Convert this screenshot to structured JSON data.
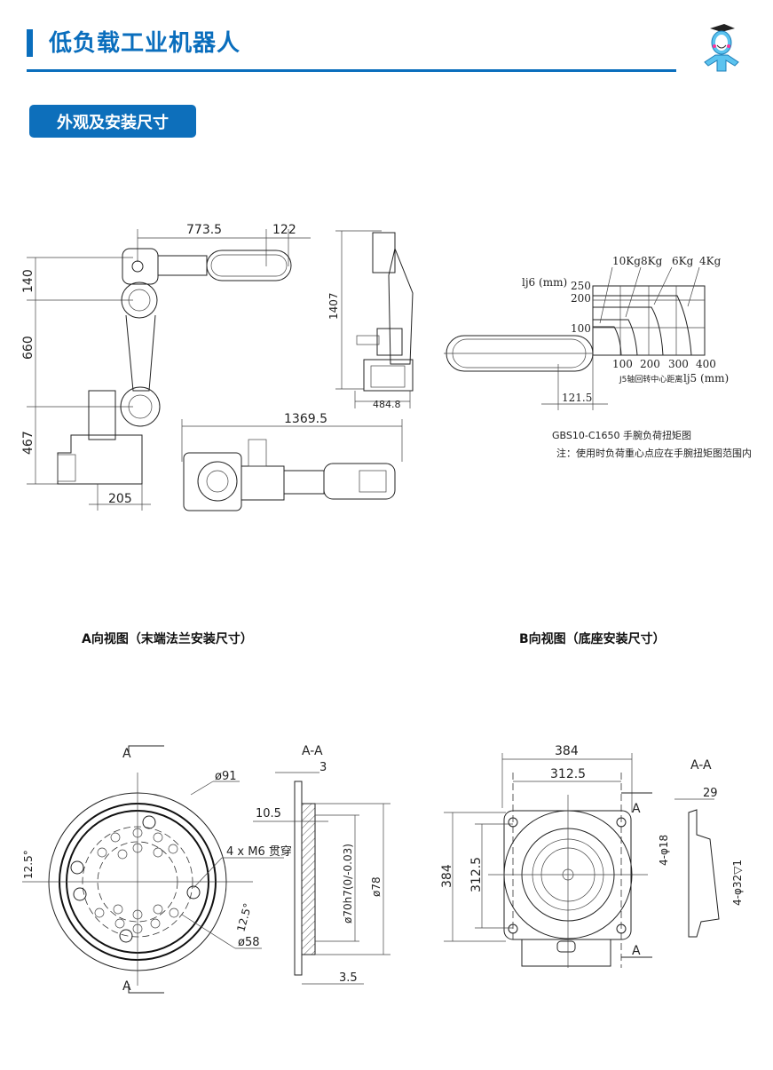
{
  "header": {
    "title": "低负载工业机器人"
  },
  "section": {
    "label": "外观及安装尺寸"
  },
  "overview": {
    "dims": {
      "reach_top": "773.5",
      "wrist": "122",
      "h140": "140",
      "h660": "660",
      "h467": "467",
      "base205": "205",
      "height1407": "1407",
      "depth484": "484.8",
      "length1369": "1369.5"
    }
  },
  "torque_chart": {
    "ylabel": "lj6 (mm)",
    "xlabel": "lj5 (mm)",
    "xsub": "J5轴回转中心距离",
    "yticks": [
      "250",
      "200",
      "100"
    ],
    "xticks": [
      "100",
      "200",
      "300",
      "400"
    ],
    "loads": [
      "10Kg",
      "8Kg",
      "6Kg",
      "4Kg"
    ],
    "offset": "121.5",
    "caption": "GBS10-C1650 手腕负荷扭矩图",
    "note": "注：使用时负荷重心点应在手腕扭矩图范围内"
  },
  "view_a": {
    "caption": "A向视图（末端法兰安装尺寸）",
    "section_mark": "A",
    "section_title": "A-A",
    "d91": "ø91",
    "d58": "ø58",
    "holes": "4 x M6 贯穿",
    "angle1": "12.5°",
    "angle2": "12.5°",
    "t3": "3",
    "t105": "10.5",
    "t35": "3.5",
    "d70": "ø70h7(0/-0.03)",
    "d78": "ø78"
  },
  "view_b": {
    "caption": "B向视图（底座安装尺寸）",
    "section_mark": "A",
    "section_title": "A-A",
    "w384": "384",
    "w3125": "312.5",
    "h384": "384",
    "h3125": "312.5",
    "t29": "29",
    "d18": "4-φ18",
    "d32": "4-φ32▽1"
  }
}
